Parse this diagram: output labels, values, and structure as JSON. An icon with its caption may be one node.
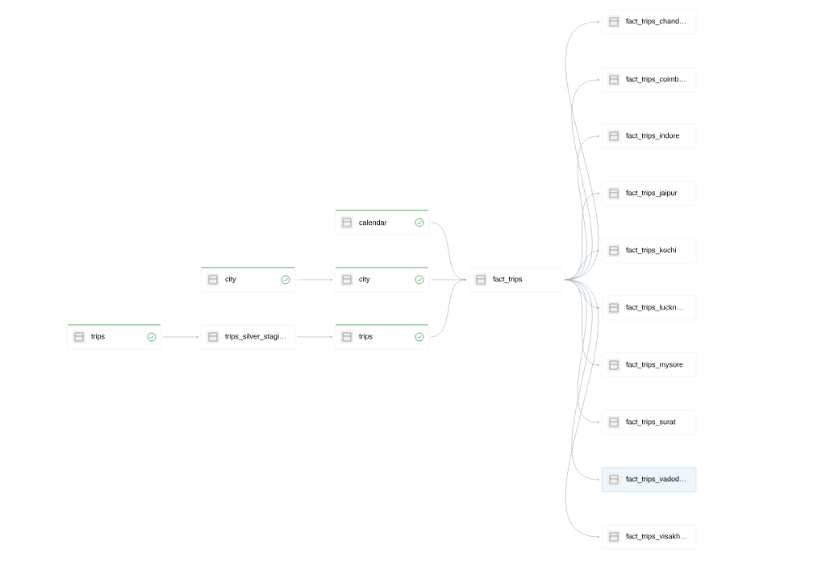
{
  "diagram": {
    "nodes": [
      {
        "text": [
          "trips"
        ]
      },
      {
        "text": [
          "trips_silver_stagi…"
        ]
      },
      {
        "text": [
          "city"
        ]
      },
      {
        "text": [
          "calendar"
        ]
      },
      {
        "text": [
          "city"
        ]
      },
      {
        "text": [
          "trips"
        ]
      },
      {
        "text": [
          "fact_trips"
        ]
      },
      {
        "text": [
          "fact_trips_chand…"
        ]
      },
      {
        "text": [
          "fact_trips_coimb…"
        ]
      },
      {
        "text": [
          "fact_trips_indore"
        ]
      },
      {
        "text": [
          "fact_trips_jaipur"
        ]
      },
      {
        "text": [
          "fact_trips_kochi"
        ]
      },
      {
        "text": [
          "fact_trips_luckn…"
        ]
      },
      {
        "text": [
          "fact_trips_mysore"
        ]
      },
      {
        "text": [
          "fact_trips_surat"
        ]
      },
      {
        "text": [
          "fact_trips_vadod…"
        ]
      },
      {
        "text": [
          "fact_trips_visakh…"
        ]
      }
    ],
    "edges": [
      {
        "from": 0,
        "to": 1,
        "arrow": "to"
      },
      {
        "from": 1,
        "to": 5,
        "arrow": "to"
      },
      {
        "from": 2,
        "to": 4,
        "arrow": "to"
      },
      {
        "from": 3,
        "to": 6,
        "arrow": "to"
      },
      {
        "from": 4,
        "to": 6,
        "arrow": "to"
      },
      {
        "from": 5,
        "to": 6,
        "arrow": "to"
      },
      {
        "from": 6,
        "to": 7,
        "arrow": "to"
      },
      {
        "from": 6,
        "to": 8,
        "arrow": "to"
      },
      {
        "from": 6,
        "to": 9,
        "arrow": "to"
      },
      {
        "from": 6,
        "to": 10,
        "arrow": "to"
      },
      {
        "from": 6,
        "to": 11,
        "arrow": "to"
      },
      {
        "from": 6,
        "to": 12,
        "arrow": "to"
      },
      {
        "from": 6,
        "to": 13,
        "arrow": "to"
      },
      {
        "from": 6,
        "to": 14,
        "arrow": "to"
      },
      {
        "from": 6,
        "to": 15,
        "arrow": "to"
      },
      {
        "from": 6,
        "to": 16,
        "arrow": "to"
      }
    ]
  }
}
